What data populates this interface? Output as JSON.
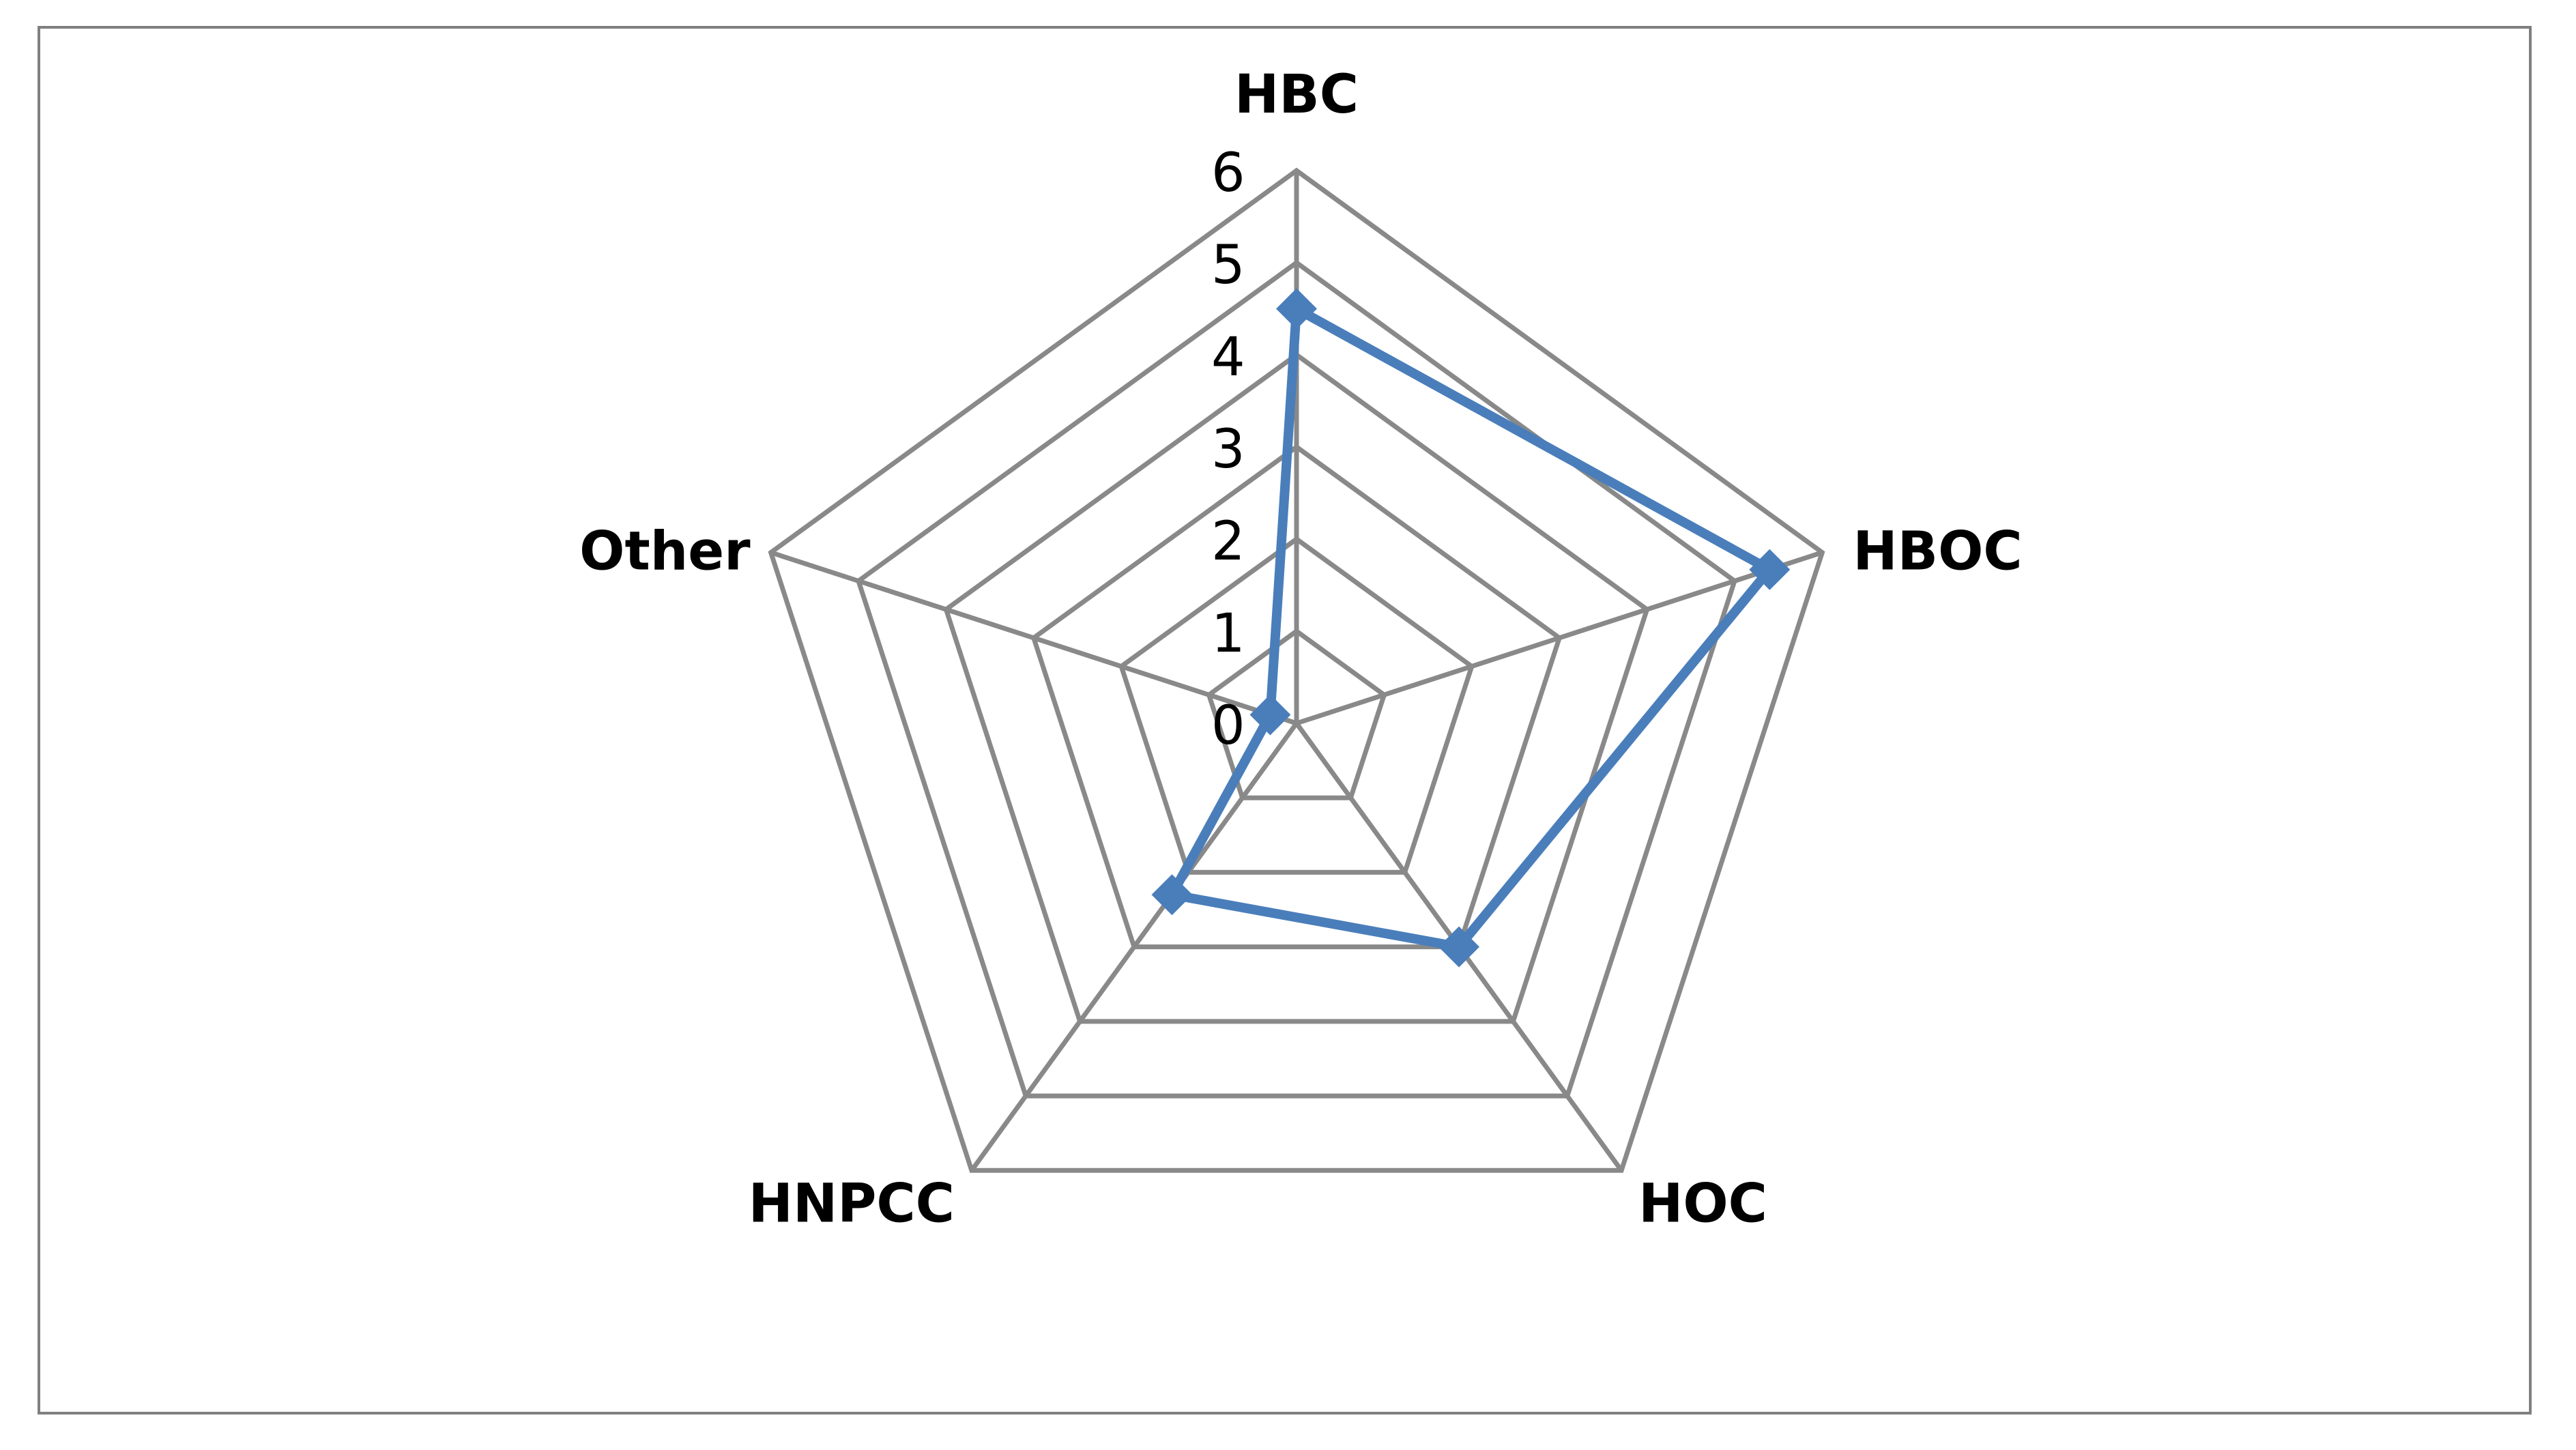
{
  "chart_data": {
    "type": "radar",
    "categories": [
      "HBC",
      "HBOC",
      "HOC",
      "HNPCC",
      "Other"
    ],
    "series": [
      {
        "values": [
          4.5,
          5.4,
          3.0,
          2.3,
          0.3
        ],
        "color": "#4a7ebb"
      }
    ],
    "rlim": [
      0,
      6
    ],
    "ticks": [
      "0",
      "1",
      "2",
      "3",
      "4",
      "5",
      "6"
    ],
    "grid": true,
    "legend": "none",
    "grid_color": "#898989"
  }
}
